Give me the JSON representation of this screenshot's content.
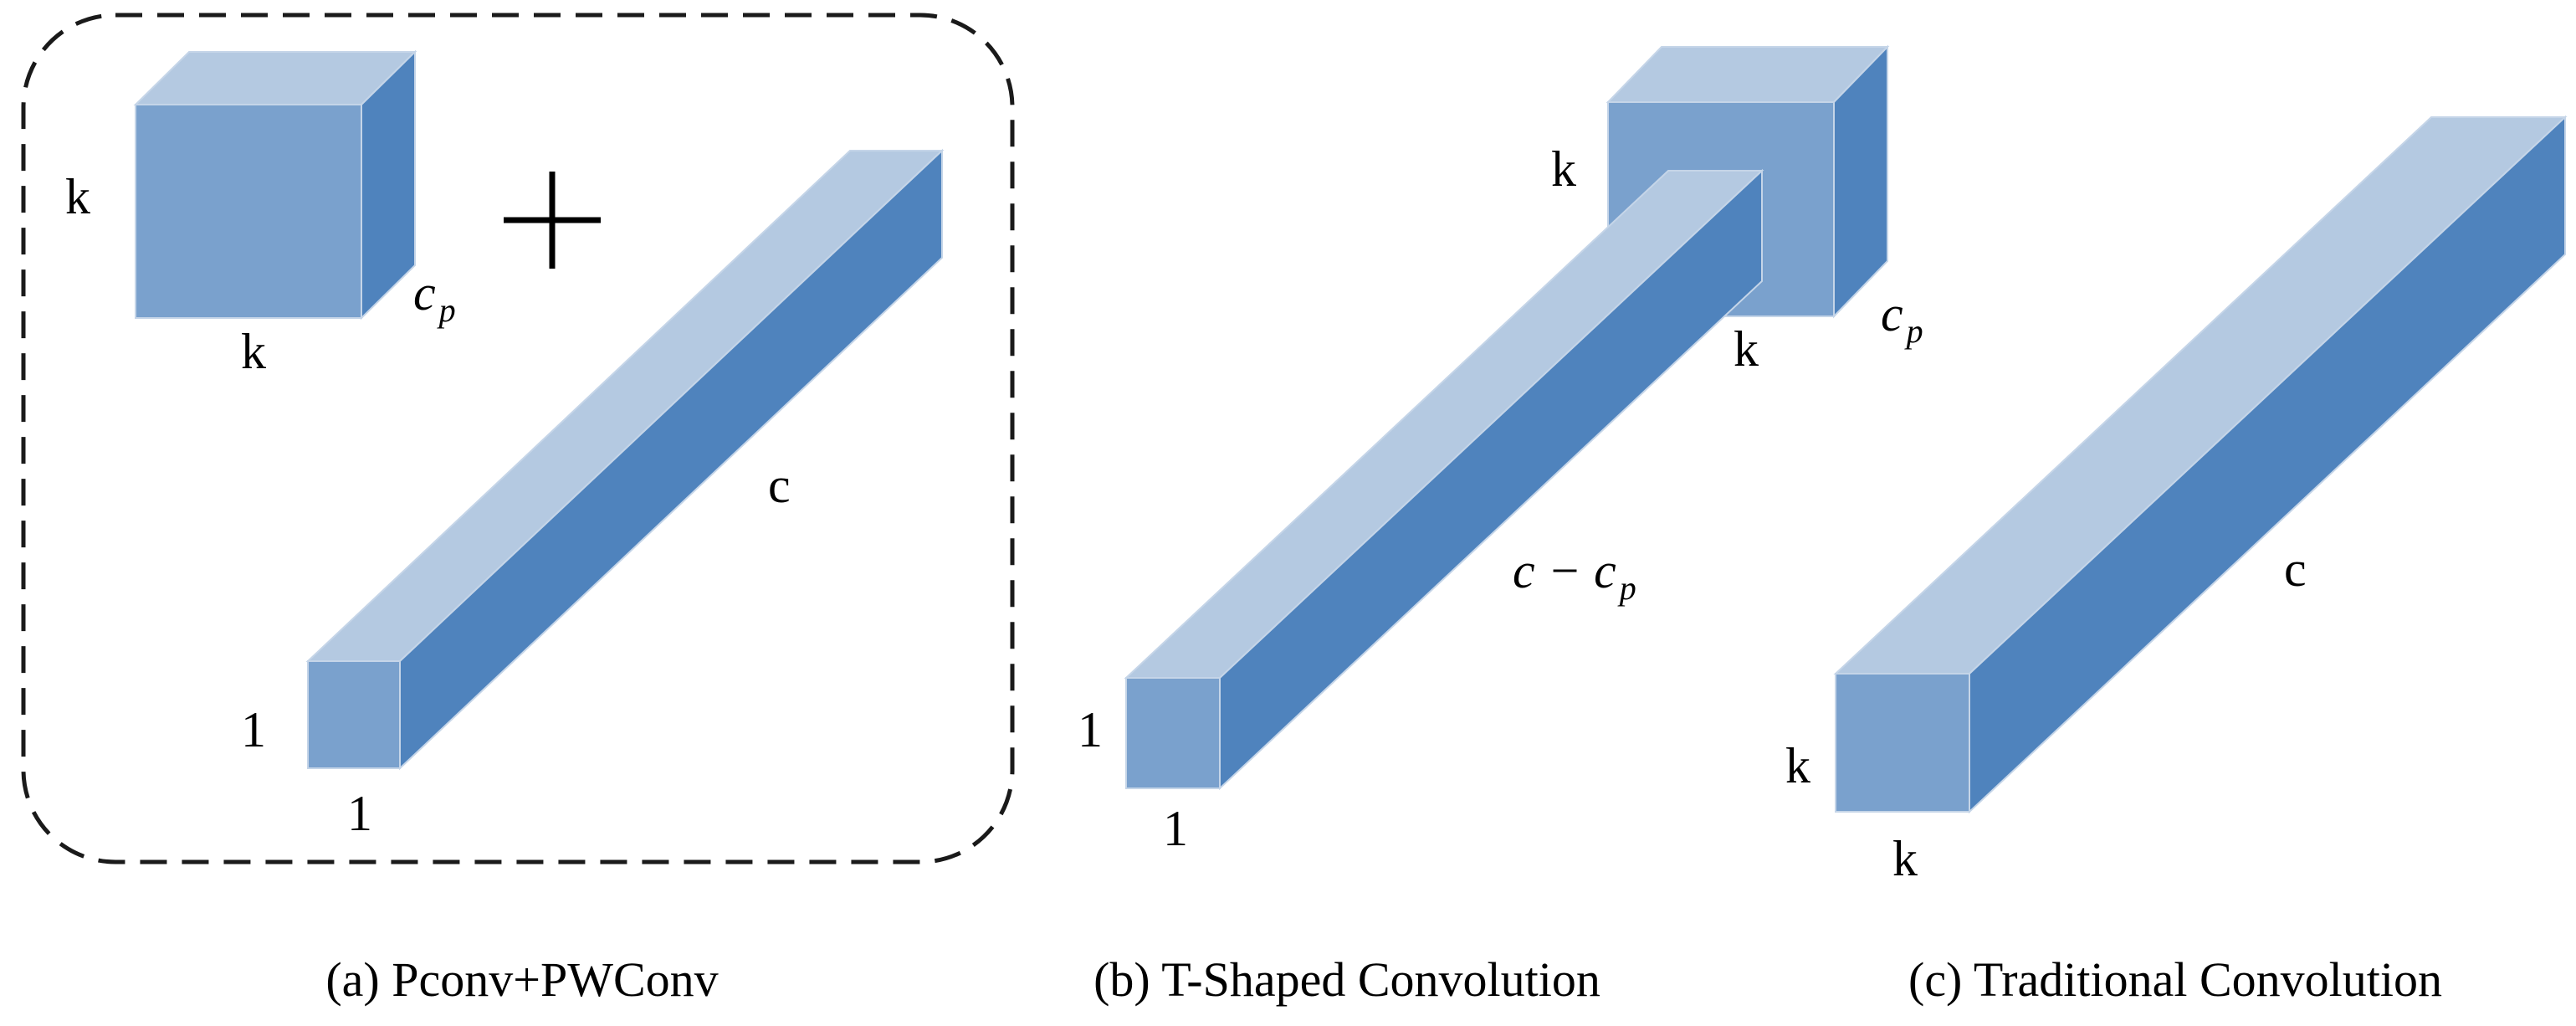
{
  "panel_a": {
    "caption": "(a) Pconv+PWConv",
    "cube": {
      "height_label": "k",
      "width_label": "k",
      "depth_label": "c",
      "depth_sub": "p"
    },
    "plus_symbol": "+",
    "bar": {
      "height_label": "1",
      "width_label": "1",
      "length_label": "c"
    }
  },
  "panel_b": {
    "caption": "(b) T-Shaped Convolution",
    "cube": {
      "height_label": "k",
      "width_label": "k",
      "depth_label": "c",
      "depth_sub": "p"
    },
    "bar": {
      "height_label": "1",
      "width_label": "1",
      "length_label": "c − c",
      "length_sub": "p"
    }
  },
  "panel_c": {
    "caption": "(c) Traditional Convolution",
    "bar": {
      "height_label": "k",
      "width_label": "k",
      "length_label": "c"
    }
  },
  "colors": {
    "front": "#7aa1cd",
    "top": "#b4c9e1",
    "side": "#4f83bd",
    "dashed_border": "#1a1a1a"
  }
}
